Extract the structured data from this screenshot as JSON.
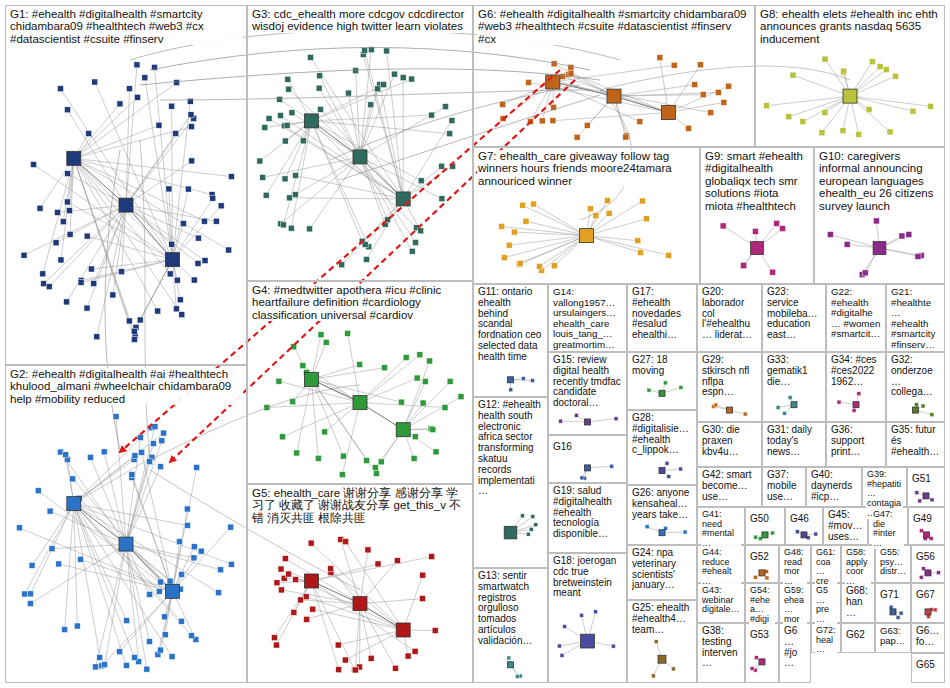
{
  "diagram": {
    "nodes": [
      {
        "text": [
          "G1: #ehealth #digitalhealth #smartcity chidambara09 #healthtech #web3 #cx #datascientist #csuite #finserv"
        ]
      },
      {
        "text": [
          "G3: cdc_ehealth more cdcgov cdcdirector wisdoj evidence high twitter learn violates"
        ]
      },
      {
        "text": [
          "G6: #ehealth #digitalhealth #smartcity chidambara09 #web3 #healthtech #csuite #datascientist #finserv #cx"
        ]
      },
      {
        "text": [
          "G8: ehealth elets #ehealth inc ehth announces grants nasdaq 5635 inducement"
        ]
      },
      {
        "text": [
          "G7: ehealth_care giveaway follow tag winners hours friends moore24tamara annouriced winner"
        ]
      },
      {
        "text": [
          "G9: smart #ehealth #digitalhealth globaliqx tech smr solutions #iota miota #healthtech"
        ]
      },
      {
        "text": [
          "G10: caregivers informal announcing european languages ehealth_eu 26 citizens survey launch"
        ]
      },
      {
        "text": [
          "G4: #medtwitter apothera #icu #clinic heartfailure definition #cardiology classification universal #cardiov"
        ]
      },
      {
        "text": [
          "G11: ontario ehealth behind scandal fordnation ceo selected data health time"
        ]
      },
      {
        "text": [
          "G14: vallong1957… ursulaingers… ehealth_care louis_tang_… greatmortim…"
        ]
      },
      {
        "text": [
          "G17: #ehealth novedades #esalud ehealthi…"
        ]
      },
      {
        "text": [
          "G20: laborador col l'#ehealthu… liderat…"
        ]
      },
      {
        "text": [
          "G23: service mobileba… education east…"
        ]
      },
      {
        "text": [
          "G22: #ehealth #digitalhe… #women #smartcit…"
        ]
      },
      {
        "text": [
          "G21: #healthte… #ehealth #smartcity #finserv…"
        ]
      },
      {
        "text": [
          "G2: #ehealth #digitalhealth #ai #healthtech khulood_almani #wheelchair chidambara09 help #mobility reduced"
        ]
      },
      {
        "text": [
          "G15: review digital health recently tmdfac candidate doctoral…"
        ]
      },
      {
        "text": [
          "G27: 18 moving"
        ]
      },
      {
        "text": [
          "G29: stkirsch nfl nflpa espn…"
        ]
      },
      {
        "text": [
          "G33: gematik1 die…"
        ]
      },
      {
        "text": [
          "G34: #ces #ces2022 1962…"
        ]
      },
      {
        "text": [
          "G32: onderzoe… collega…"
        ]
      },
      {
        "text": [
          "G12: #ehealth health south electronic africa sector transforming skatuu records implementati…"
        ]
      },
      {
        "text": [
          "G28: #digitalisie… #ehealth c_lippok…"
        ]
      },
      {
        "text": [
          "G30: die praxen kbv4u…"
        ]
      },
      {
        "text": [
          "G31: daily today's news…"
        ]
      },
      {
        "text": [
          "G36: support print…"
        ]
      },
      {
        "text": [
          "G35: futur és #ehealth…"
        ]
      },
      {
        "text": [
          "G16"
        ]
      },
      {
        "text": [
          "G42: smart become… use…"
        ]
      },
      {
        "text": [
          "G37: mobile use…"
        ]
      },
      {
        "text": [
          "G40: daynerds #icp…"
        ]
      },
      {
        "text": [
          "G39: #hepatiti… contagia…"
        ]
      },
      {
        "text": [
          "G51"
        ]
      },
      {
        "text": [
          "G5: ehealth_care 谢谢分享 感谢分享 学习了 收藏了 谢谢战友分享 get_this_v 不错 消灭共匪 根除共匪"
        ]
      },
      {
        "text": [
          "G19: salud #digitalhealth #ehealth tecnología disponible…"
        ]
      },
      {
        "text": [
          "G26: anyone kensaheal… years take…"
        ]
      },
      {
        "text": [
          "G41: need #mental…"
        ]
      },
      {
        "text": [
          "G50"
        ]
      },
      {
        "text": [
          "G46"
        ]
      },
      {
        "text": [
          "G45: #mov… uses…"
        ]
      },
      {
        "text": [
          "G47: die #inter…"
        ]
      },
      {
        "text": [
          "G49"
        ]
      },
      {
        "text": [
          "G24: npa veterinary scientists' january…"
        ]
      },
      {
        "text": [
          "G44: reduce #ehealt…"
        ]
      },
      {
        "text": [
          "G52"
        ]
      },
      {
        "text": [
          "G48: read mor…"
        ]
      },
      {
        "text": [
          "G61: coa… cre…"
        ]
      },
      {
        "text": [
          "G58: apply coor…"
        ]
      },
      {
        "text": [
          "G55: psy… distr…"
        ]
      },
      {
        "text": [
          "G56"
        ]
      },
      {
        "text": [
          "G13: sentir smartwatch registros orgulloso tomados artículos validación…"
        ]
      },
      {
        "text": [
          "G18: joerogan cdc true bretweinstein meant"
        ]
      },
      {
        "text": [
          "G43: webinar digitale…"
        ]
      },
      {
        "text": [
          "G54: #ehea… #digi…"
        ]
      },
      {
        "text": [
          "G59: ehea… mor…"
        ]
      },
      {
        "text": [
          "G5… pre…"
        ]
      },
      {
        "text": [
          "G68: han…"
        ]
      },
      {
        "text": [
          "G71"
        ]
      },
      {
        "text": [
          "G67"
        ]
      },
      {
        "text": [
          "G25: ehealth #ehealth4… team…"
        ]
      },
      {
        "text": [
          "G38: testing interven…"
        ]
      },
      {
        "text": [
          "G53"
        ]
      },
      {
        "text": [
          "G6… #jo…"
        ]
      },
      {
        "text": [
          "G72: heal…"
        ]
      },
      {
        "text": [
          "G62"
        ]
      },
      {
        "text": [
          "G63: pap…"
        ]
      },
      {
        "text": [
          "G6… fo…"
        ]
      },
      {
        "text": [
          "G65"
        ]
      }
    ]
  }
}
